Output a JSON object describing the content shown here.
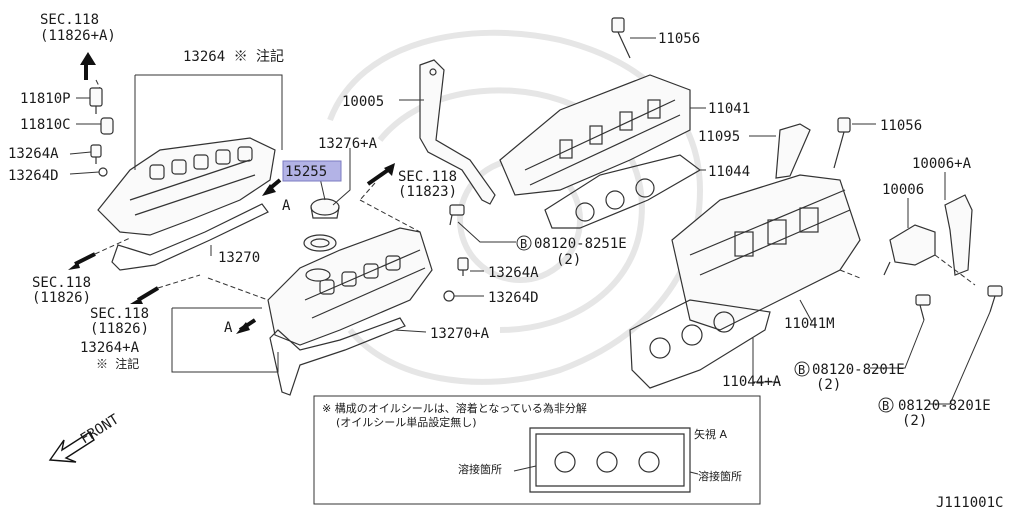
{
  "labels": {
    "sec118_a": "SEC.118",
    "sec118_a_sub": "(11826+A)",
    "p13264_note": "13264 ※ 注記",
    "p11810p": "11810P",
    "p11810c": "11810C",
    "p13264a_left": "13264A",
    "p13264d_left": "13264D",
    "p13270": "13270",
    "sec118_b": "SEC.118",
    "sec118_b_sub": "(11826)",
    "sec118_c": "SEC.118",
    "sec118_c_sub": "(11826)",
    "p13264a_note": "13264+A",
    "p13264a_note2": "※ 注記",
    "p13276a": "13276+A",
    "p15255": "15255",
    "sec118_d": "SEC.118",
    "sec118_d_sub": "(11823)",
    "p10005": "10005",
    "p11056_top": "11056",
    "p11041": "11041",
    "p11095": "11095",
    "p11044": "11044",
    "p11056_right": "11056",
    "p10006a": "10006+A",
    "p10006": "10006",
    "bolt_8251": "08120-8251E",
    "bolt_8251_qty": "(2)",
    "p13264a_mid": "13264A",
    "p13264d_mid": "13264D",
    "p13270a": "13270+A",
    "p11041m": "11041M",
    "bolt_8201_a": "08120-8201E",
    "bolt_8201_a_qty": "(2)",
    "p11044a": "11044+A",
    "bolt_8201_b": "08120-8201E",
    "bolt_8201_b_qty": "(2)",
    "b_mark": "B",
    "arrow_a": "A",
    "front": "FRONT",
    "diagram_code": "J111001C"
  },
  "note_box": {
    "line1": "※ 構成のオイルシールは、溶着となっている為非分解",
    "line2": "(オイルシール単品設定無し)",
    "view_a": "矢視 A",
    "weld_left": "溶接箇所",
    "weld_right": "溶接箇所"
  },
  "colors": {
    "highlight": "#b3b3e6",
    "line": "#333333"
  }
}
